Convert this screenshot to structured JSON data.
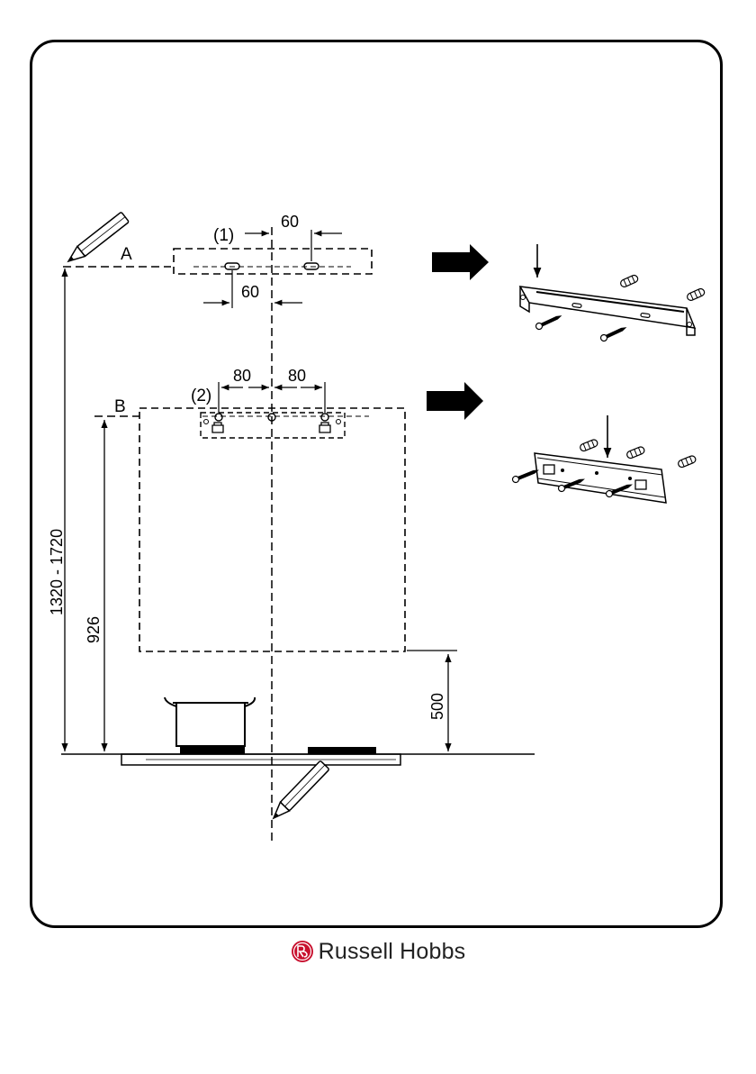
{
  "diagram": {
    "labels": {
      "line_a": "A",
      "line_b": "B",
      "callout_1": "(1)",
      "callout_2": "(2)"
    },
    "dimensions": {
      "a_top": "60",
      "a_bottom": "60",
      "b_left": "80",
      "b_right": "80",
      "height_range": "1320  -  1720",
      "height_b": "926",
      "clearance": "500"
    }
  },
  "brand": {
    "name": "Russell Hobbs",
    "color": "#c8102e"
  }
}
